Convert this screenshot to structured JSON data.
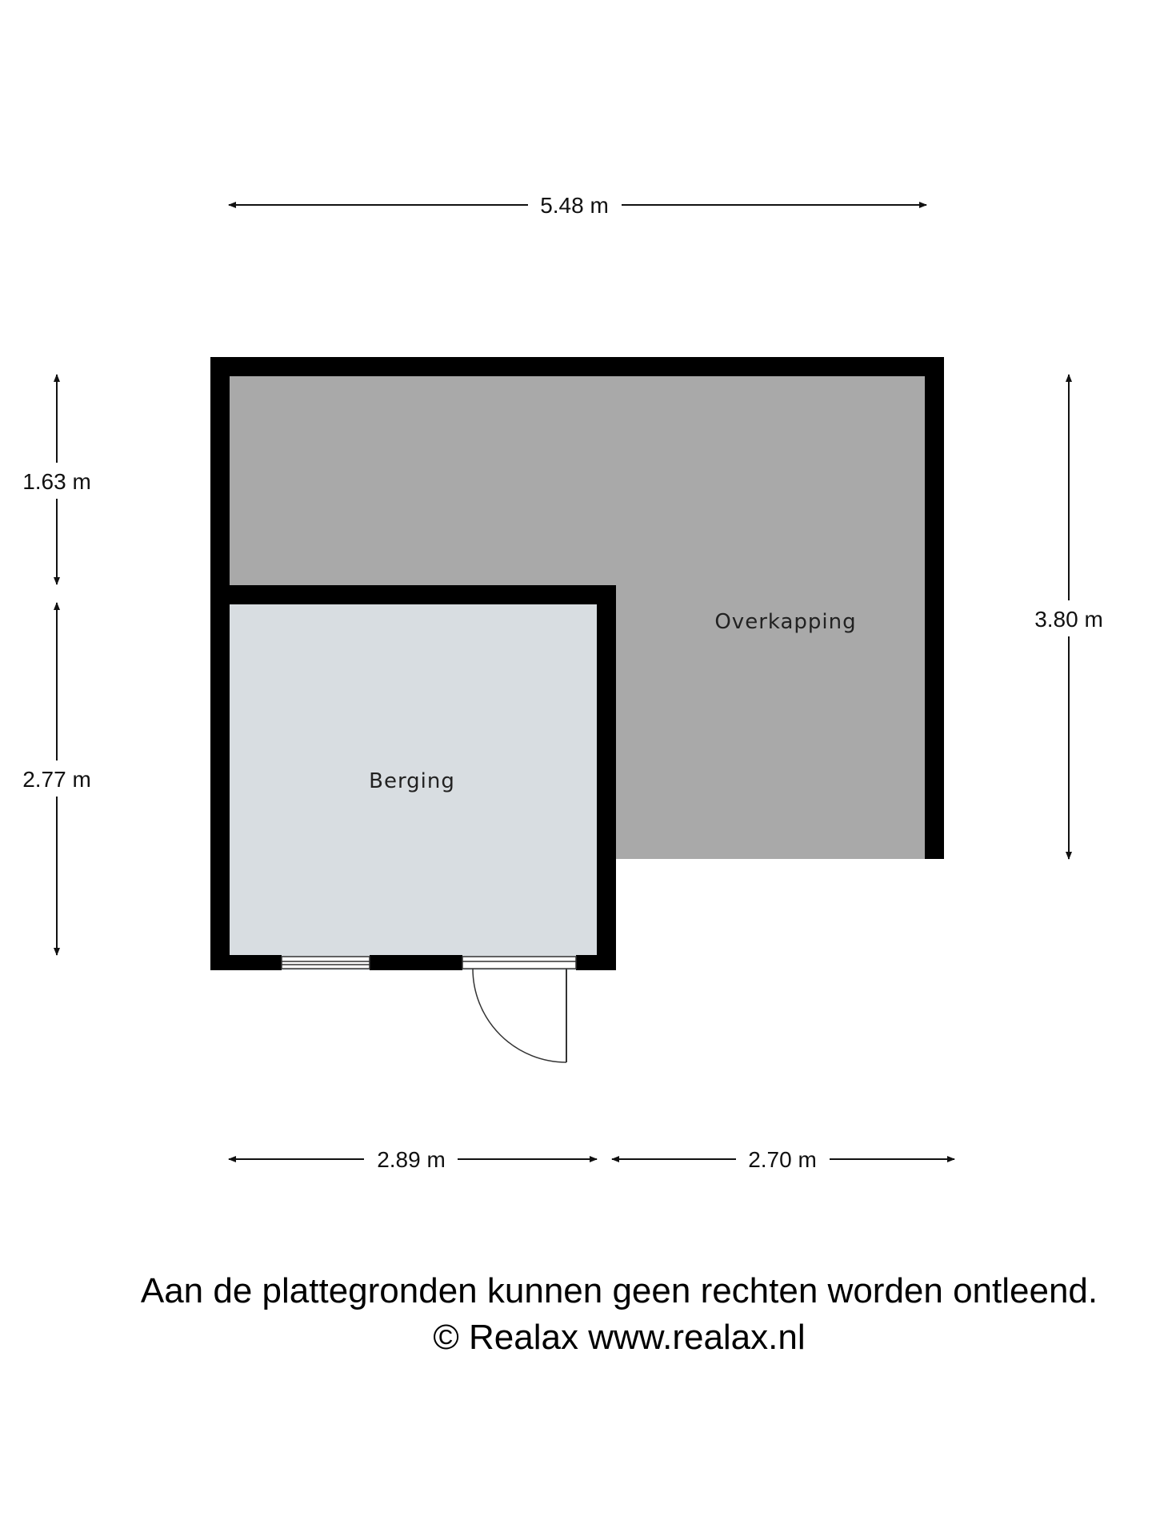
{
  "rooms": {
    "overkapping": "Overkapping",
    "berging": "Berging"
  },
  "dimensions": {
    "top_width": "5.48 m",
    "left_upper": "1.63 m",
    "left_lower": "2.77 m",
    "right_height": "3.80 m",
    "bottom_left": "2.89 m",
    "bottom_right": "2.70 m"
  },
  "footer": {
    "disclaimer": "Aan de plattegronden kunnen geen rechten worden ontleend.",
    "copyright": "© Realax www.realax.nl"
  },
  "colors": {
    "wall": "#000000",
    "overkapping_fill": "#a9a9a9",
    "berging_fill": "#d8dde1",
    "dimension_line": "#111111"
  }
}
